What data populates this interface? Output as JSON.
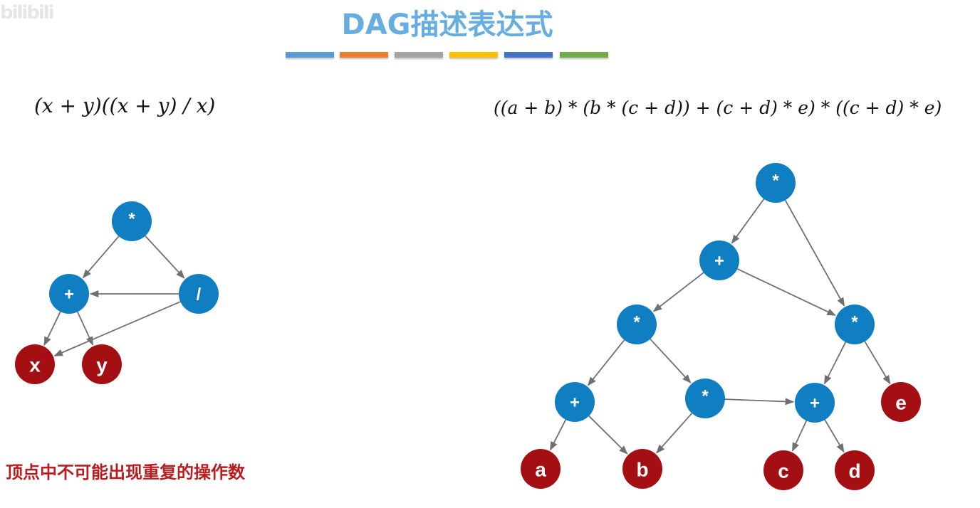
{
  "watermark": "bilibili",
  "title": "DAG描述表达式",
  "title_color": "#66aee0",
  "title_bar_colors": [
    "#5b9bd5",
    "#ed7d31",
    "#a5a5a5",
    "#ffc000",
    "#4472c4",
    "#70ad47"
  ],
  "left_formula": "(x + y)((x + y) / x)",
  "right_formula": "((a + b) * (b * (c + d)) + (c + d) * e) * ((c + d) * e)",
  "note": "顶点中不可能出现重复的操作数",
  "colors": {
    "operator_node": "#0f7fc1",
    "operand_node": "#a30f12",
    "edge": "#707070",
    "note": "#b81d20"
  },
  "left_dag": {
    "nodes": [
      {
        "id": "L_mul",
        "label": "*",
        "kind": "operator"
      },
      {
        "id": "L_add",
        "label": "+",
        "kind": "operator"
      },
      {
        "id": "L_div",
        "label": "/",
        "kind": "operator"
      },
      {
        "id": "L_x",
        "label": "x",
        "kind": "operand"
      },
      {
        "id": "L_y",
        "label": "y",
        "kind": "operand"
      }
    ],
    "edges": [
      [
        "L_mul",
        "L_add"
      ],
      [
        "L_mul",
        "L_div"
      ],
      [
        "L_div",
        "L_add"
      ],
      [
        "L_add",
        "L_x"
      ],
      [
        "L_add",
        "L_y"
      ],
      [
        "L_div",
        "L_x"
      ]
    ]
  },
  "right_dag": {
    "nodes": [
      {
        "id": "R_root",
        "label": "*",
        "kind": "operator"
      },
      {
        "id": "R_plus",
        "label": "+",
        "kind": "operator"
      },
      {
        "id": "R_mul1",
        "label": "*",
        "kind": "operator"
      },
      {
        "id": "R_mul_ce",
        "label": "*",
        "kind": "operator"
      },
      {
        "id": "R_add_ab",
        "label": "+",
        "kind": "operator"
      },
      {
        "id": "R_mul_bcd",
        "label": "*",
        "kind": "operator"
      },
      {
        "id": "R_add_cd",
        "label": "+",
        "kind": "operator"
      },
      {
        "id": "R_e",
        "label": "e",
        "kind": "operand"
      },
      {
        "id": "R_a",
        "label": "a",
        "kind": "operand"
      },
      {
        "id": "R_b",
        "label": "b",
        "kind": "operand"
      },
      {
        "id": "R_c",
        "label": "c",
        "kind": "operand"
      },
      {
        "id": "R_d",
        "label": "d",
        "kind": "operand"
      }
    ],
    "edges": [
      [
        "R_root",
        "R_plus"
      ],
      [
        "R_root",
        "R_mul_ce"
      ],
      [
        "R_plus",
        "R_mul1"
      ],
      [
        "R_plus",
        "R_mul_ce"
      ],
      [
        "R_mul1",
        "R_add_ab"
      ],
      [
        "R_mul1",
        "R_mul_bcd"
      ],
      [
        "R_mul_ce",
        "R_add_cd"
      ],
      [
        "R_mul_ce",
        "R_e"
      ],
      [
        "R_add_ab",
        "R_a"
      ],
      [
        "R_add_ab",
        "R_b"
      ],
      [
        "R_mul_bcd",
        "R_b"
      ],
      [
        "R_mul_bcd",
        "R_add_cd"
      ],
      [
        "R_add_cd",
        "R_c"
      ],
      [
        "R_add_cd",
        "R_d"
      ]
    ]
  }
}
